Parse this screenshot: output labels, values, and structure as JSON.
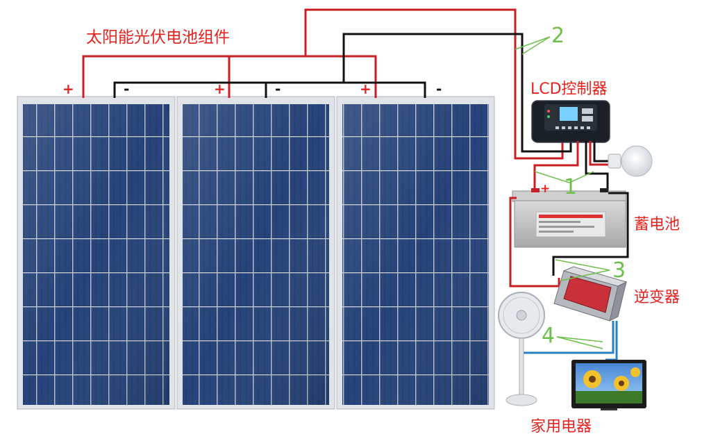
{
  "labels": {
    "panels": "太阳能光伏电池组件",
    "controller": "LCD控制器",
    "battery": "蓄电池",
    "inverter": "逆变器",
    "appliances": "家用电器"
  },
  "numbers": {
    "n1": "1",
    "n2": "2",
    "n3": "3",
    "n4": "4"
  },
  "signs": {
    "plus": "+",
    "minus": "-"
  },
  "colors": {
    "label_text": "#e8231f",
    "number_text": "#6cc04a",
    "positive_wire": "#c81e24",
    "negative_wire": "#111111",
    "ac_wire": "#2a7fc0",
    "panel_cell": "#1f3766",
    "panel_frame": "#d7dbe0"
  },
  "icons": {
    "panel": "solar-panel-icon",
    "controller": "charge-controller-icon",
    "bulb": "light-bulb-icon",
    "battery": "battery-icon",
    "inverter": "inverter-icon",
    "fan": "electric-fan-icon",
    "tv": "television-icon"
  }
}
